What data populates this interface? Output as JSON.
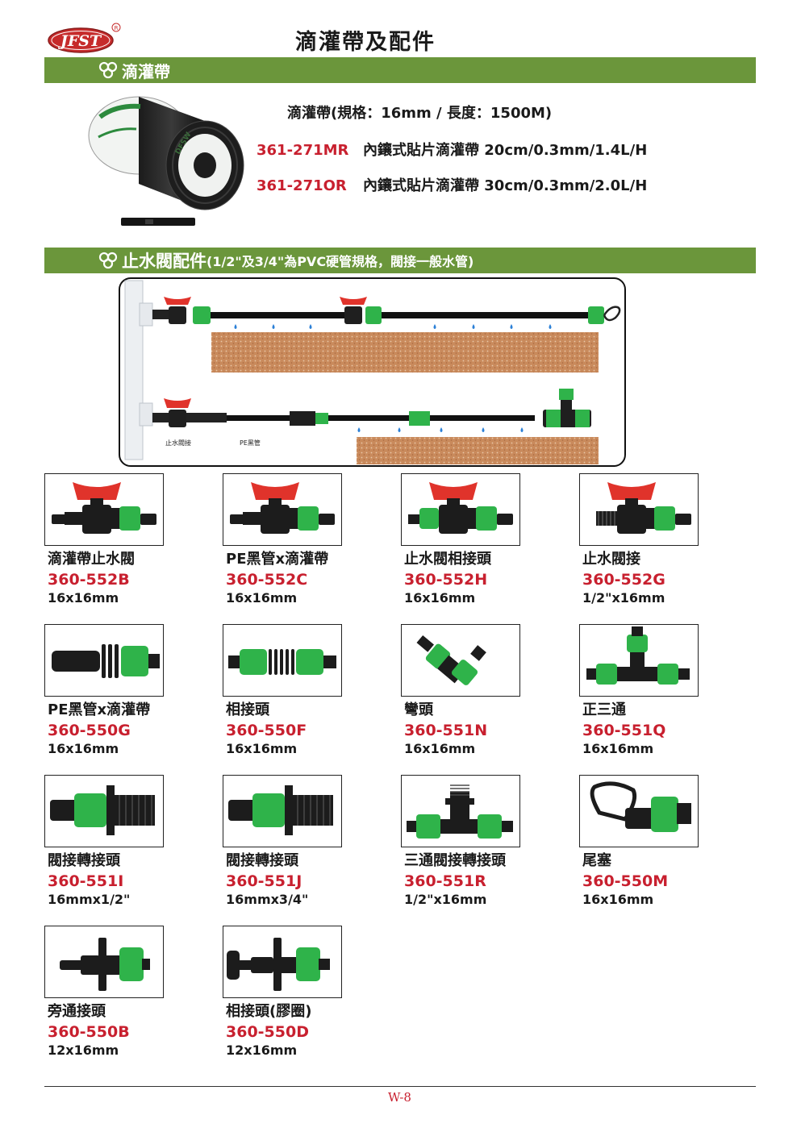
{
  "brand": {
    "logo_text": "JFST",
    "registered_mark": "®"
  },
  "page_title": "滴灌帶及配件",
  "sections": {
    "drip_tape": {
      "label": "滴灌帶",
      "spec": "滴灌帶(規格：16mm / 長度：1500M)",
      "products": [
        {
          "code": "361-271MR",
          "desc": "內鑲式貼片滴灌帶 20cm/0.3mm/1.4L/H"
        },
        {
          "code": "361-271OR",
          "desc": "內鑲式貼片滴灌帶 30cm/0.3mm/2.0L/H"
        }
      ],
      "reel_print": "DFSW"
    },
    "valve_fittings": {
      "label": "止水閥配件",
      "note": "(1/2\"及3/4\"為PVC硬管規格，閥接一般水管)",
      "diagram_labels": {
        "valve": "止水閥接",
        "pe_pipe": "PE黑管"
      }
    }
  },
  "products": [
    {
      "name": "滴灌帶止水閥",
      "code": "360-552B",
      "size": "16x16mm",
      "icon": "valve-icon"
    },
    {
      "name": "PE黑管x滴灌帶",
      "code": "360-552C",
      "size": "16x16mm",
      "icon": "valve-icon"
    },
    {
      "name": "止水閥相接頭",
      "code": "360-552H",
      "size": "16x16mm",
      "icon": "valve-icon"
    },
    {
      "name": "止水閥接",
      "code": "360-552G",
      "size": "1/2\"x16mm",
      "icon": "valve-icon"
    },
    {
      "name": "PE黑管x滴灌帶",
      "code": "360-550G",
      "size": "16x16mm",
      "icon": "barb-connector-icon"
    },
    {
      "name": "相接頭",
      "code": "360-550F",
      "size": "16x16mm",
      "icon": "coupling-icon"
    },
    {
      "name": "彎頭",
      "code": "360-551N",
      "size": "16x16mm",
      "icon": "elbow-icon"
    },
    {
      "name": "正三通",
      "code": "360-551Q",
      "size": "16x16mm",
      "icon": "tee-icon"
    },
    {
      "name": "閥接轉接頭",
      "code": "360-551I",
      "size": "16mmx1/2\"",
      "icon": "threaded-adapter-icon"
    },
    {
      "name": "閥接轉接頭",
      "code": "360-551J",
      "size": "16mmx3/4\"",
      "icon": "threaded-adapter-icon"
    },
    {
      "name": "三通閥接轉接頭",
      "code": "360-551R",
      "size": "1/2\"x16mm",
      "icon": "threaded-tee-icon"
    },
    {
      "name": "尾塞",
      "code": "360-550M",
      "size": "16x16mm",
      "icon": "end-plug-icon"
    },
    {
      "name": "旁通接頭",
      "code": "360-550B",
      "size": "12x16mm",
      "icon": "bypass-connector-icon"
    },
    {
      "name": "相接頭(膠圈)",
      "code": "360-550D",
      "size": "12x16mm",
      "icon": "gasket-connector-icon"
    }
  ],
  "page_number": "W-8",
  "colors": {
    "section_green": "#6b963b",
    "code_red": "#c8202f",
    "fitting_green": "#2fb34a",
    "valve_red": "#e0332b"
  }
}
